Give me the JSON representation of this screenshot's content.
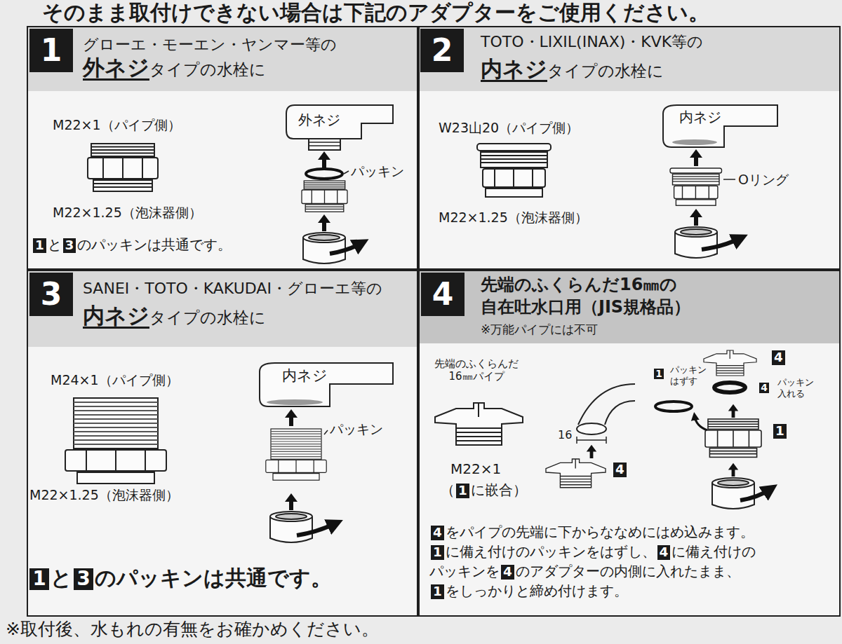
{
  "diagram": {
    "title": "そのまま取付けできない場合は下記のアダプターをご使用ください。",
    "caption": "※取付後、水もれの有無をお確かめください。",
    "nodes": [
      {
        "text": [
          "グローエ・モーエン・ヤンマー等の",
          "外ネジ",
          "タイプの水栓に"
        ]
      },
      {
        "text": [
          "TOTO・LIXIL(INAX)・KVK等の",
          "内ネジ",
          "タイプの水栓に"
        ]
      },
      {
        "text": [
          "SANEI・TOTO・KAKUDAI・グローエ等の",
          "内ネジ",
          "タイプの水栓に"
        ]
      },
      {
        "text": [
          "先端のふくらんだ16㎜の",
          "自在吐水口用（JIS規格品）",
          "※万能パイプには不可"
        ]
      }
    ],
    "labels": [
      "1",
      "M22×1（パイプ側）",
      "M22×1.25（泡沫器側）",
      "外ネジ",
      "パッキン",
      "1",
      "と",
      "3",
      "のパッキンは共通です。",
      "2",
      "W23山20（パイプ側）",
      "M22×1.25（泡沫器側）",
      "内ネジ",
      "Oリング",
      "3",
      "M24×1（パイプ側）",
      "M22×1.25（泡沫器側）",
      "内ネジ",
      "パッキン",
      "1",
      "と",
      "3",
      "のパッキンは共通です。",
      "4",
      "先端のふくらんだ 16㎜パイプ",
      "M22×1",
      "（",
      "1",
      "に嵌合）",
      "16",
      "4",
      "4",
      "1",
      "パッキン はずす",
      "4",
      "パッキン 入れる",
      "1",
      "4",
      "をパイプの先端に下からななめにはめ込みます。",
      "1",
      "に備え付けのパッキンをはずし、",
      "4",
      "に備え付けの",
      "パッキンを",
      "4",
      "のアダプターの内側に入れたまま、",
      "1",
      "をしっかりと締め付けます。"
    ]
  }
}
